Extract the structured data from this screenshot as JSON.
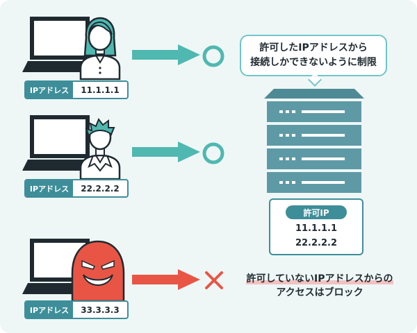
{
  "clients": [
    {
      "ip_label": "IPアドレス",
      "ip": "11.1.1.1",
      "result": "allowed"
    },
    {
      "ip_label": "IPアドレス",
      "ip": "22.2.2.2",
      "result": "allowed"
    },
    {
      "ip_label": "IPアドレス",
      "ip": "33.3.3.3",
      "result": "blocked"
    }
  ],
  "bubble": {
    "line1": "許可したIPアドレスから",
    "line2": "接続しかできないように制限"
  },
  "allow_list": {
    "header": "許可IP",
    "ips": [
      "11.1.1.1",
      "22.2.2.2"
    ]
  },
  "blocked_note": {
    "line1": "許可していないIPアドレスからの",
    "line2": "アクセスはブロック"
  },
  "colors": {
    "background": "#eef7f6",
    "teal": "#3d8e99",
    "accent_teal": "#4fb8b0",
    "server": "#5e9aa6",
    "blocked_red": "#e85545",
    "dark": "#1f2a30"
  },
  "icons": {
    "laptop": "laptop-icon",
    "woman": "woman-user-icon",
    "man": "man-user-icon",
    "attacker": "attacker-icon",
    "server": "server-icon",
    "allow": "circle-icon",
    "deny": "cross-icon"
  }
}
